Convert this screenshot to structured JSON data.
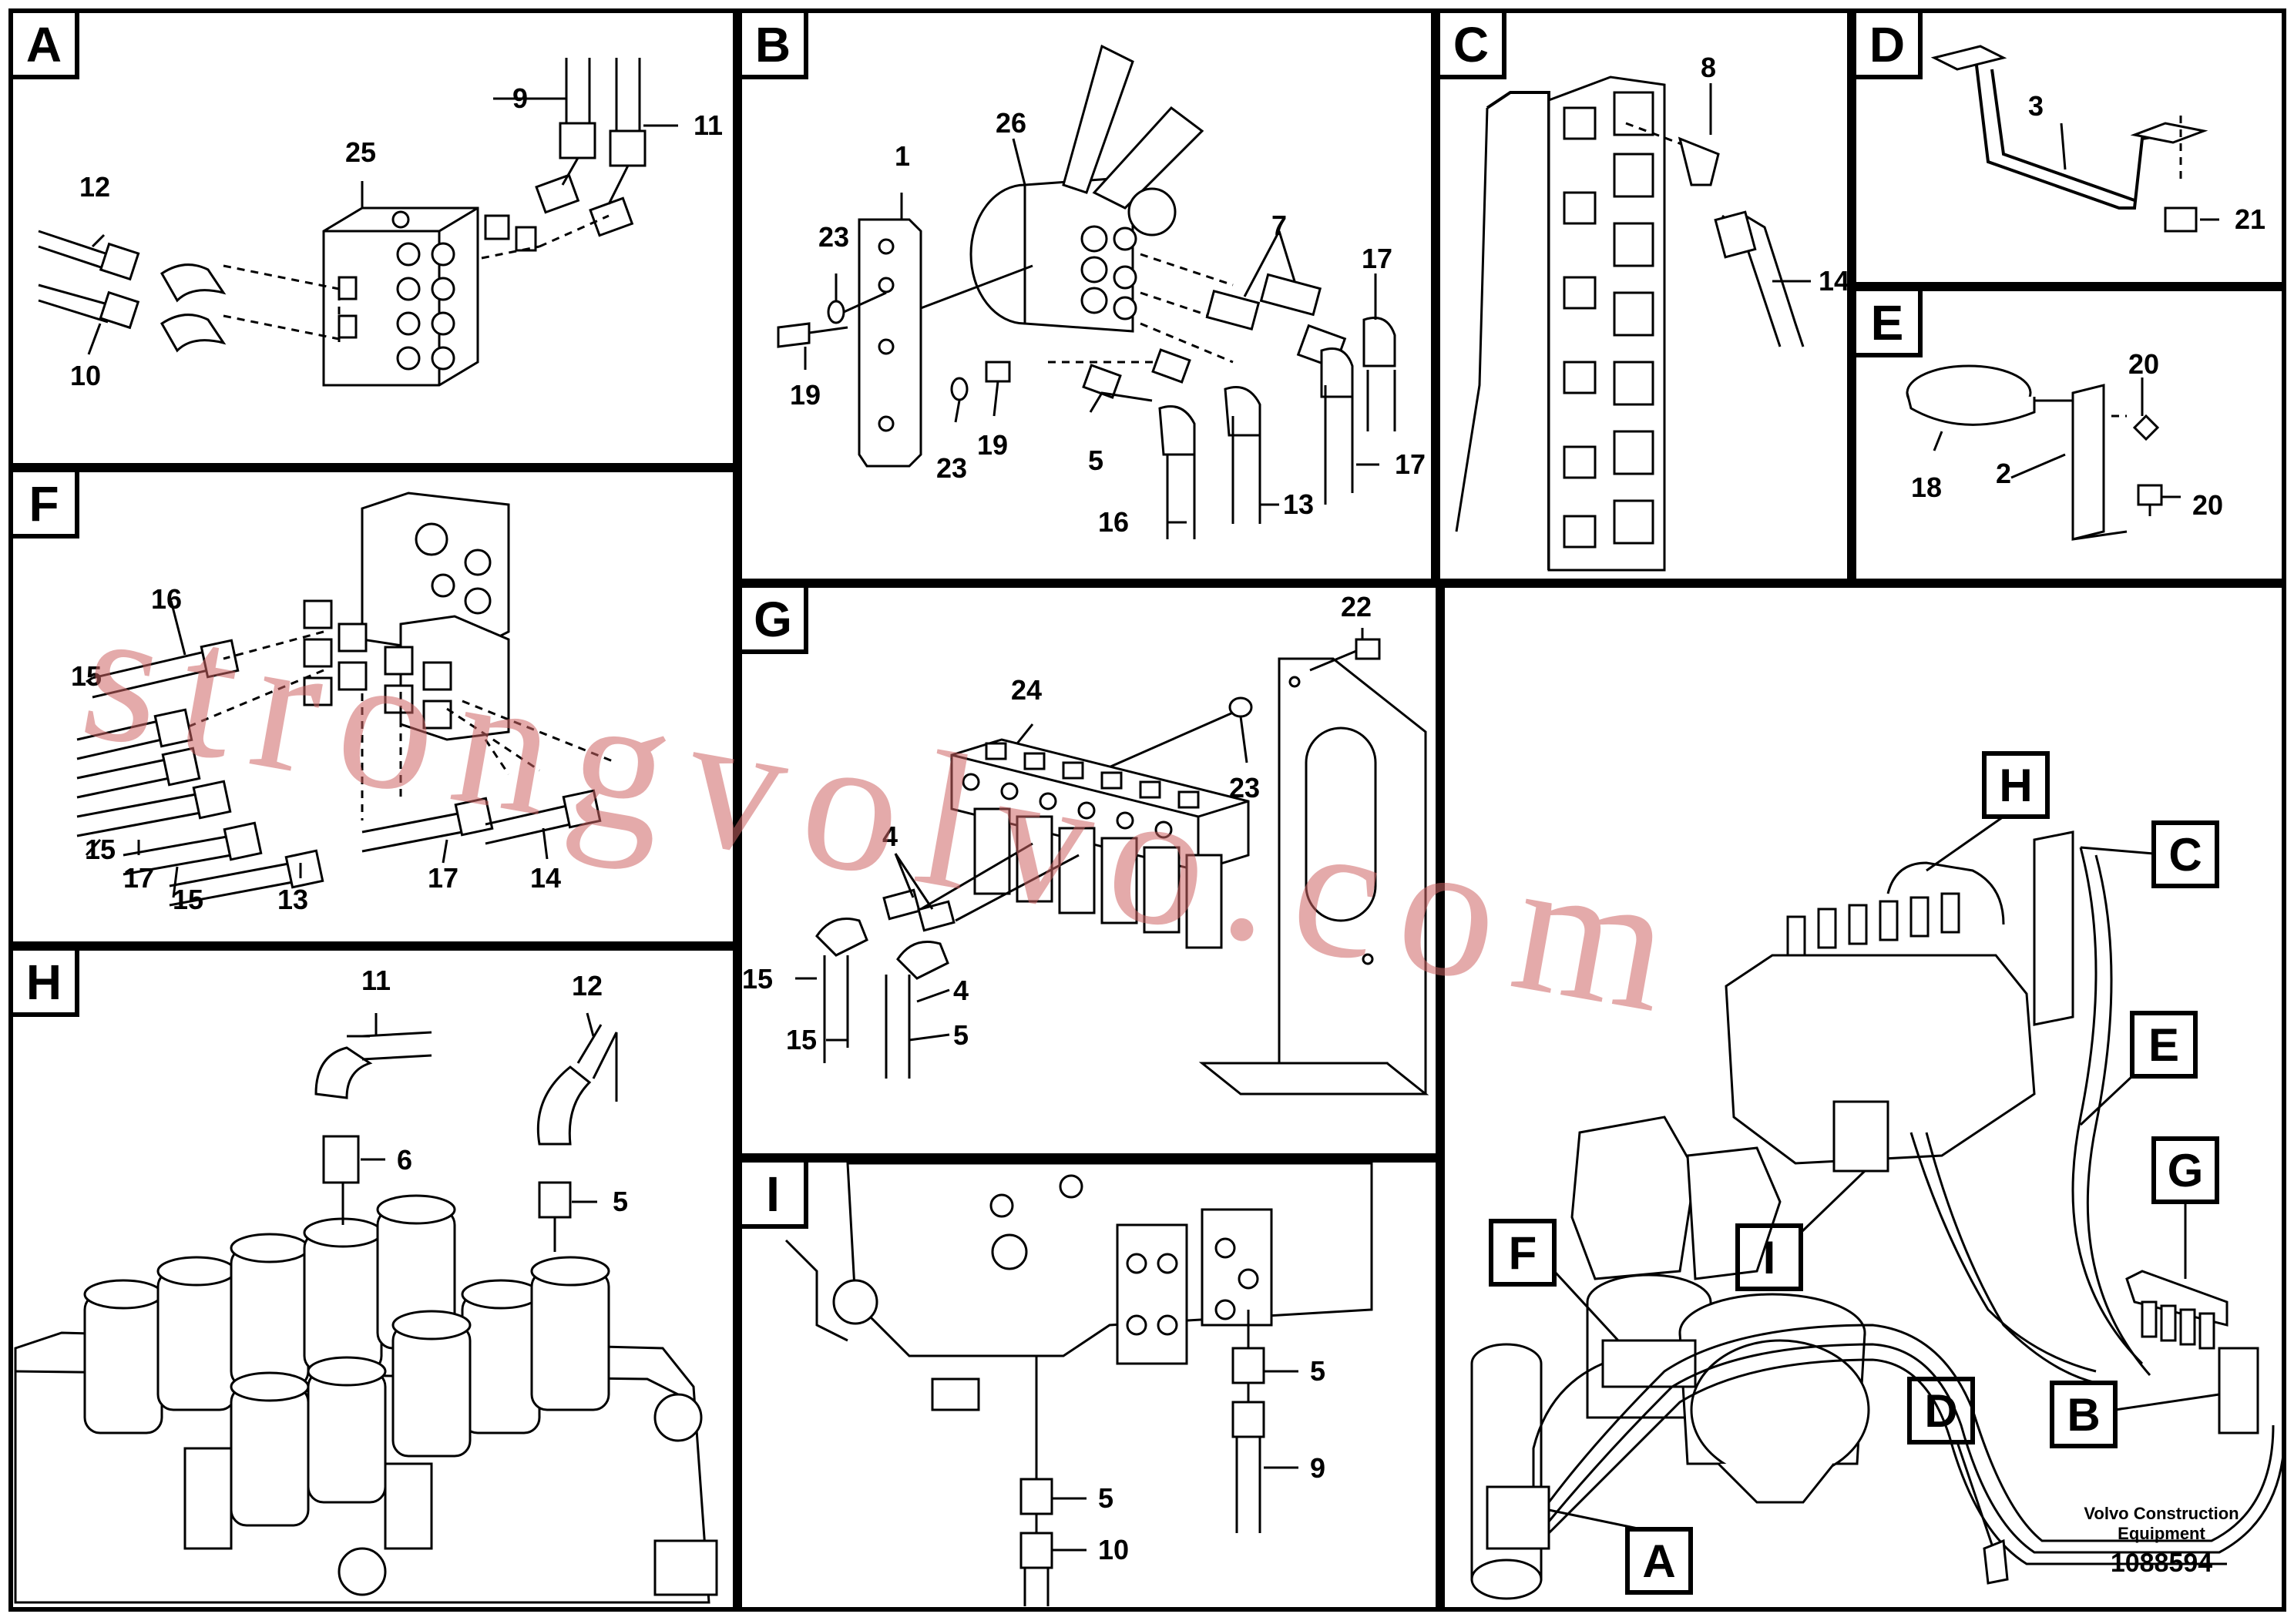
{
  "panels": {
    "A": {
      "letter": "A",
      "labels": [
        "9",
        "11",
        "12",
        "25",
        "10"
      ]
    },
    "B": {
      "letter": "B",
      "labels": [
        "1",
        "26",
        "23",
        "7",
        "17",
        "19",
        "23",
        "19",
        "5",
        "13",
        "17",
        "16"
      ]
    },
    "C": {
      "letter": "C",
      "labels": [
        "8",
        "14"
      ]
    },
    "D": {
      "letter": "D",
      "labels": [
        "3",
        "21"
      ]
    },
    "E": {
      "letter": "E",
      "labels": [
        "20",
        "18",
        "2",
        "20"
      ]
    },
    "F": {
      "letter": "F",
      "labels": [
        "16",
        "15",
        "15",
        "17",
        "15",
        "13",
        "17",
        "14"
      ]
    },
    "G": {
      "letter": "G",
      "labels": [
        "22",
        "24",
        "23",
        "4",
        "15",
        "4",
        "15",
        "5"
      ]
    },
    "H": {
      "letter": "H",
      "labels": [
        "11",
        "12",
        "6",
        "5"
      ]
    },
    "I": {
      "letter": "I",
      "labels": [
        "5",
        "5",
        "9",
        "10"
      ]
    }
  },
  "overview": {
    "callouts": [
      "H",
      "C",
      "E",
      "G",
      "F",
      "I",
      "D",
      "B",
      "A"
    ],
    "caption_line1": "Volvo Construction",
    "caption_line2": "Equipment",
    "doc_number": "1088594"
  },
  "watermark": "strongvolvo.com"
}
